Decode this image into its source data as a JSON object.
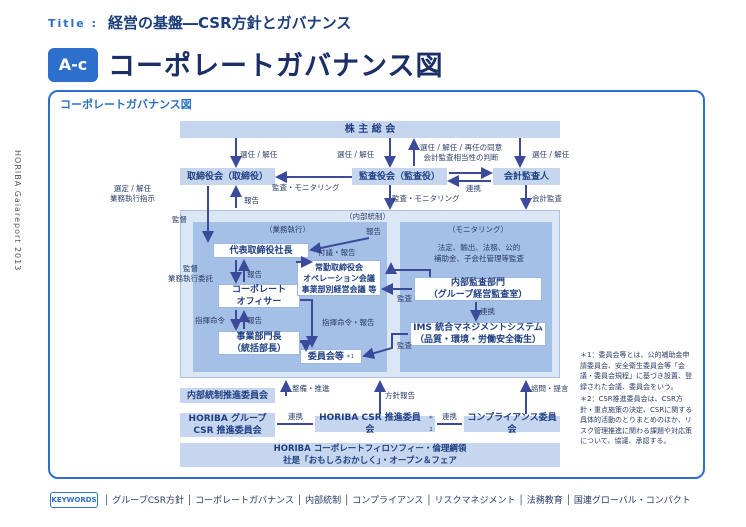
{
  "header": {
    "title_en": "Title :",
    "title_jp": "経営の基盤―CSR方針とガバナンス",
    "badge": "A-c",
    "main_title": "コーポレートガバナンス図"
  },
  "diagram": {
    "frame_title": "コーポレートガバナンス図",
    "shareholders": "株 主 総 会",
    "board": "取締役会（取締役）",
    "auditors_board": "監査役会（監査役）",
    "accounting_auditor": "会計監査人",
    "internal_control_region": "（内部統制）",
    "business_execution_region": "（業務執行）",
    "monitoring_region": "（モニタリング）",
    "president": "代表取締役社長",
    "corporate_office": "コーポレート\nオフィサー",
    "business_divisions": "事業部門長\n（統括部長）",
    "committees": "委員会等",
    "committees_note": "＊1",
    "executive_meetings": "常勤取締役会\nオペレーション会議\n事業部別経営会議 等",
    "monitoring_text": "法定、輸出、法務、公的\n補助金、子会社管理等監査",
    "internal_audit": "内部監査部門\n（グループ経営監査室）",
    "ims": "IMS 統合マネジメントシステム\n（品質・環境・労働安全衛生）",
    "internal_control_committee": "内部統制推進委員会",
    "group_csr_committee": "HORIBA グループ\nCSR 推進委員会",
    "csr_committee": "HORIBA CSR 推進委員会",
    "csr_committee_note": "＊2",
    "compliance_committee": "コンプライアンス委員会",
    "philosophy": "HORIBA コーポレートフィロソフィー・倫理綱領\n社是「おもしろおかしく」・オープン＆フェア"
  },
  "labels": {
    "appoint_dismiss_1": "選任 / 解任",
    "appoint_dismiss_2": "選任 / 解任",
    "appoint_consent": "選任 / 解任 / 再任の同意\n会計監査相当性の判断",
    "appoint_dismiss_3": "選任 / 解任",
    "select_dismiss_exec": "選定 / 解任\n業務執行指示",
    "audit_monitoring_1": "監査・モニタリング",
    "audit_monitoring_2": "監査・モニタリング",
    "cooperation_1": "連携",
    "report_1": "報告",
    "accounting_audit": "会計監査",
    "supervision": "監督",
    "report_2": "報告",
    "submit_report": "付議・報告",
    "supervise_delegate": "監督\n業務執行委託",
    "report_3": "報告",
    "instruction_1": "指揮命令",
    "report_4": "報告",
    "instruction_report": "指揮命令・報告",
    "audit_1": "監査",
    "cooperation_2": "連携",
    "audit_2": "監査",
    "maintain_promote": "整備・推進",
    "policy_report": "方針報告",
    "consult_advise": "諮問・提言",
    "cooperation_3": "連携",
    "cooperation_4": "連携"
  },
  "side_text": "HORIBA Gaiareport 2013",
  "notes": [
    "＊1：委員会等とは、公的補助金申請委員会、安全衛生委員会等「会議・委員会規程」に基づき設置、登録された会議、委員会をいう。",
    "＊2：CSR推進委員会は、CSR方針・重点施策の決定、CSRに関する具体的活動のとりまとめのほか、リスク管理推進に関わる課題や対応策について、協議、承認する。"
  ],
  "keywords": {
    "badge": "KEYWORDS",
    "text": "│ グループCSR方針 │ コーポレートガバナンス │ 内部統制 │ コンプライアンス │ リスクマネジメント │ 法務教育 │ 国連グローバル・コンパクト"
  },
  "colors": {
    "accent": "#2d6fcd",
    "box": "#c6d6ee",
    "region": "#dce7f6",
    "inner": "#a5c0e6",
    "arrow": "#3b4a9a"
  }
}
